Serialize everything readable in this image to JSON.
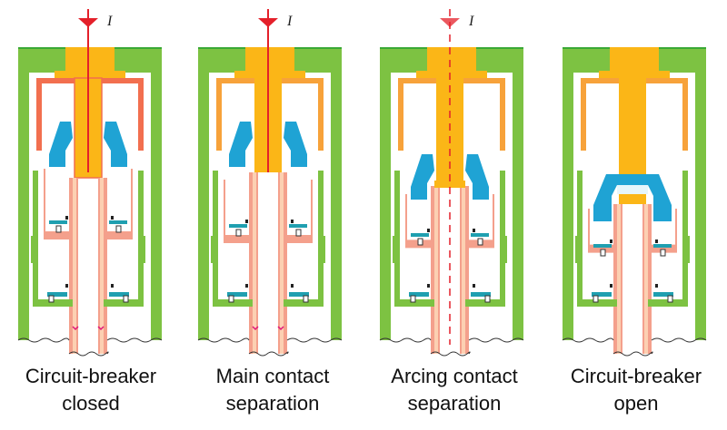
{
  "colors": {
    "housing": "#7dc242",
    "housing_dark": "#3aa935",
    "fixed_contact": "#fbb617",
    "finger": "#f7a23a",
    "nozzle": "#1fa3d4",
    "moving": "#f4a08c",
    "moving_inner": "#fcd0b2",
    "current": "#e4202a",
    "seal": "#1f9fb0"
  },
  "current_label": "I",
  "panels": [
    {
      "id": "closed",
      "caption_line1": "Circuit-breaker",
      "caption_line2": "closed",
      "current": "solid",
      "stage": 0
    },
    {
      "id": "main-sep",
      "caption_line1": "Main contact",
      "caption_line2": "separation",
      "current": "solid",
      "stage": 1
    },
    {
      "id": "arc-sep",
      "caption_line1": "Arcing contact",
      "caption_line2": "separation",
      "current": "dashed",
      "stage": 2
    },
    {
      "id": "open",
      "caption_line1": "Circuit-breaker",
      "caption_line2": "open",
      "current": "none",
      "stage": 3
    }
  ]
}
